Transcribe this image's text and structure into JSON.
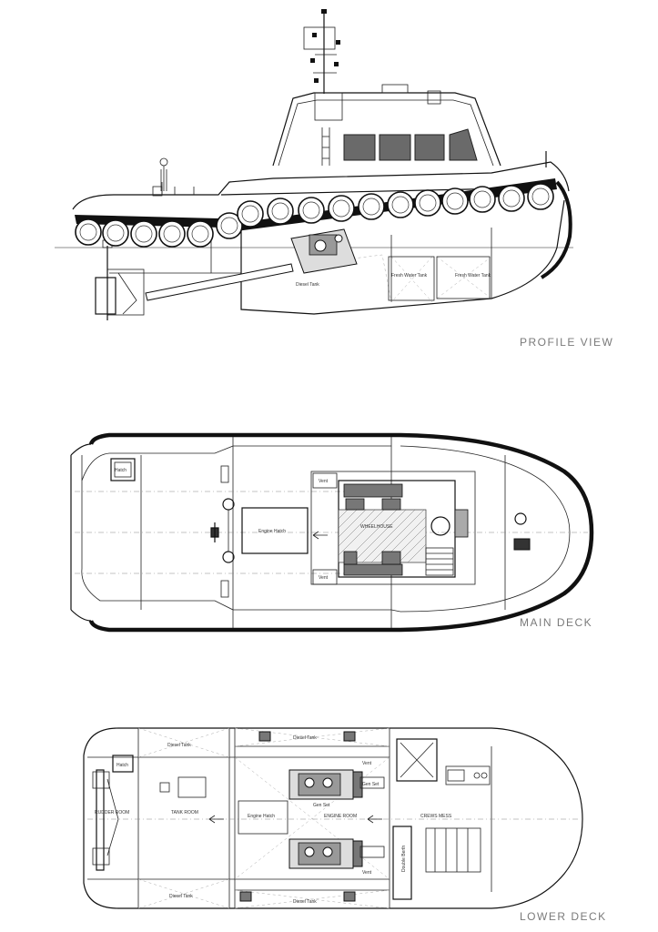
{
  "views": {
    "profile": {
      "title": "PROFILE VIEW"
    },
    "main_deck": {
      "title": "MAIN DECK"
    },
    "lower_deck": {
      "title": "LOWER DECK"
    }
  },
  "profile_labels": {
    "diesel_tank": "Diesel Tank",
    "fresh_water_tank_1": "Fresh Water Tank",
    "fresh_water_tank_2": "Fresh Water Tank"
  },
  "main_deck_labels": {
    "hatch": "Hatch",
    "engine_hatch": "Engine Hatch",
    "wheelhouse": "WHEELHOUSE",
    "vent_top": "Vent",
    "vent_bottom": "Vent"
  },
  "lower_deck_labels": {
    "hatch": "Hatch",
    "rudder_room": "RUDDER ROOM",
    "tank_room": "TANK ROOM",
    "engine_hatch": "Engine Hatch",
    "engine_room": "ENGINE ROOM",
    "crews_mess": "CREWS MESS",
    "double_berth": "Double Berth",
    "diesel_tank_1": "Diesel Tank",
    "diesel_tank_2": "Diesel Tank",
    "diesel_tank_3": "Diesel Tank",
    "diesel_tank_4": "Diesel Tank",
    "gen_set_1": "Gen Set",
    "gen_set_2": "Gen Set",
    "vent_1": "Vent",
    "vent_2": "Vent"
  },
  "colors": {
    "line": "#111111",
    "window_fill": "#6a6a6a",
    "title_gray": "#7a7a7a"
  }
}
